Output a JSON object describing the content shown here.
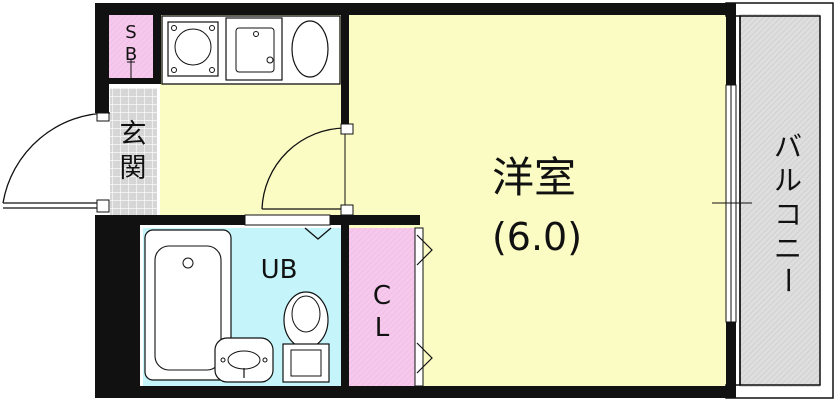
{
  "rooms": {
    "western_room": {
      "name": "洋室",
      "size": "(6.0)"
    },
    "genkan": {
      "name_top": "玄",
      "name_bottom": "関"
    },
    "shoe_box": {
      "line1": "S",
      "line2": "B"
    },
    "unit_bath": {
      "name": "UB"
    },
    "closet": {
      "line1": "C",
      "line2": "L"
    },
    "balcony": {
      "chars": [
        "バ",
        "ル",
        "コ",
        "ニ",
        "ー"
      ]
    }
  },
  "colors": {
    "western_room": "#fbfbc4",
    "kitchen": "#fbfbc4",
    "unit_bath": "#c5f5fb",
    "closet_sb": "#f5c8ec",
    "genkan_tile": "#d2d2d2",
    "balcony": "#dcdcdc",
    "wall": "#111111"
  }
}
